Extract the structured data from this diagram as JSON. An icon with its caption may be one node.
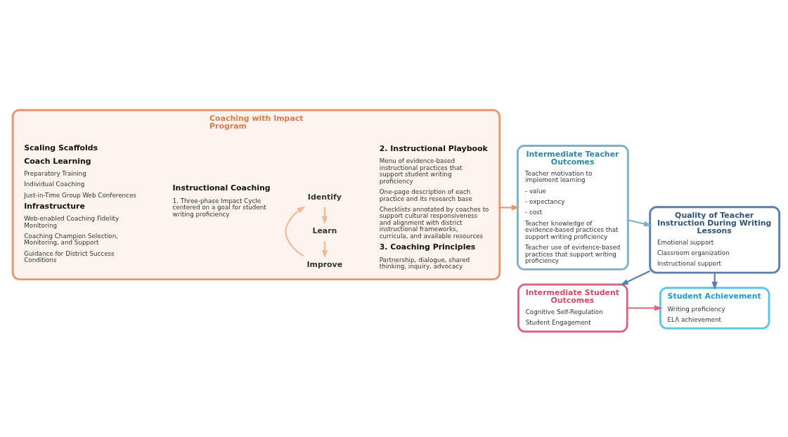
{
  "diagram": {
    "nodes": [
      {
        "text": [
          "Coaching with Impact Program"
        ]
      },
      {
        "text": [
          "Scaling Scaffolds",
          "Coach Learning",
          "Preparatory Training",
          "Individual Coaching",
          "Just-in-Time Group Web Conferences",
          "Infrastructure",
          "Web-enabled Coaching Fidelity Monitoring",
          "Coaching Champion Selection, Monitoring, and Support",
          "Guidance for District Success Conditions"
        ],
        "in": 0
      },
      {
        "text": [
          "Instructional Coaching",
          "1. Three-phase Impact Cycle centered on a goal for student writing proficiency"
        ],
        "in": 0
      },
      {
        "text": [
          "Identify"
        ],
        "in": 0
      },
      {
        "text": [
          "Learn"
        ],
        "in": 0
      },
      {
        "text": [
          "Improve"
        ],
        "in": 0
      },
      {
        "text": [
          "2. Instructional Playbook",
          "Menu of evidence-based instructional practices that support student writing proficiency",
          "One-page description of each practice and its research base",
          "Checklists annotated by coaches to support cultural responsiveness and alignment with district instructional frameworks, curricula, and available resources",
          "3. Coaching Principles",
          "Partnership, dialogue, shared thinking, inquiry, advocacy"
        ],
        "in": 0
      },
      {
        "text": [
          "Intermediate Teacher Outcomes",
          "Teacher motivation to implement learning",
          "- value",
          "- expectancy",
          "- cost",
          "Teacher knowledge of evidence-based practices that support writing proficiency",
          "Teacher use of evidence-based practices that support writing proficiency"
        ]
      },
      {
        "text": [
          "Quality of Teacher Instruction During Writing Lessons",
          "Emotional support",
          "Classroom organization",
          "Instructional support"
        ]
      },
      {
        "text": [
          "Intermediate Student Outcomes",
          "Cognitive Self-Regulation",
          "Student Engagement"
        ]
      },
      {
        "text": [
          "Student Achievement",
          "Writing proficiency",
          "ELA achievement"
        ]
      }
    ],
    "edges": [
      {
        "from": 3,
        "to": 4,
        "arrow": "to",
        "color": "#f0b89a"
      },
      {
        "from": 4,
        "to": 5,
        "arrow": "to",
        "color": "#f0b89a"
      },
      {
        "from": 5,
        "to": 3,
        "arrow": "to",
        "color": "#f0b89a"
      },
      {
        "from": 0,
        "to": 7,
        "arrow": "to",
        "color": "#e8956f"
      },
      {
        "from": 7,
        "to": 8,
        "arrow": "to",
        "color": "#7fb0c8"
      },
      {
        "from": 8,
        "to": 9,
        "arrow": "to",
        "color": "#5b7fa6"
      },
      {
        "from": 8,
        "to": 10,
        "arrow": "to",
        "color": "#5b7fa6"
      },
      {
        "from": 9,
        "to": 10,
        "arrow": "to",
        "color": "#d9667e"
      }
    ]
  }
}
